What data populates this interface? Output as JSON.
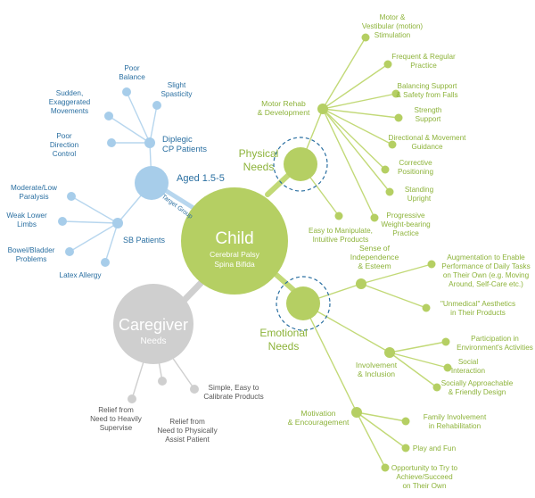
{
  "colors": {
    "green": "#b5cf63",
    "green_line": "#c2d977",
    "green_text": "#8db33a",
    "blue": "#a7cdea",
    "blue_line": "#b7d6ee",
    "blue_text": "#2a6fa1",
    "gray": "#cfcfcf",
    "gray_text": "#555555"
  },
  "child": {
    "title": "Child",
    "line1": "Cerebral Palsy",
    "line2": "Spina Bifida"
  },
  "target_group": {
    "label": "Target Group",
    "hub": "Aged 1.5-5"
  },
  "diplegic": {
    "line1": "Diplegic",
    "line2": "CP Patients",
    "items": [
      {
        "lines": [
          "Poor",
          "Balance"
        ]
      },
      {
        "lines": [
          "Slight",
          "Spasticity"
        ]
      },
      {
        "lines": [
          "Sudden,",
          "Exaggerated",
          "Movements"
        ]
      },
      {
        "lines": [
          "Poor",
          "Direction",
          "Control"
        ]
      }
    ]
  },
  "sb": {
    "label": "SB Patients",
    "items": [
      {
        "lines": [
          "Moderate/Low",
          "Paralysis"
        ]
      },
      {
        "lines": [
          "Weak Lower",
          "Limbs"
        ]
      },
      {
        "lines": [
          "Bowel/Bladder",
          "Problems"
        ]
      },
      {
        "lines": [
          "Latex Allergy"
        ]
      }
    ]
  },
  "physical": {
    "line1": "Physical",
    "line2": "Needs",
    "motor_rehab": [
      "Motor Rehab",
      "& Development"
    ],
    "motor_items": [
      {
        "lines": [
          "Motor &",
          "Vestibular (motion)",
          "Stimulation"
        ]
      },
      {
        "lines": [
          "Frequent & Regular",
          "Practice"
        ]
      },
      {
        "lines": [
          "Balancing Support",
          "& Safety from Falls"
        ]
      },
      {
        "lines": [
          "Strength",
          "Support"
        ]
      },
      {
        "lines": [
          "Directional & Movement",
          "Guidance"
        ]
      },
      {
        "lines": [
          "Corrective",
          "Positioning"
        ]
      },
      {
        "lines": [
          "Standing",
          "Upright"
        ]
      },
      {
        "lines": [
          "Progressive",
          "Weight-bearing",
          "Practice"
        ]
      }
    ],
    "easy": [
      "Easy to Manipulate,",
      "Intuitive Products"
    ]
  },
  "emotional": {
    "line1": "Emotional",
    "line2": "Needs",
    "independence": [
      "Sense of",
      "Independence",
      "& Esteem"
    ],
    "independence_items": [
      {
        "lines": [
          "Augmentation to Enable",
          "Performance of Daily Tasks",
          "on Their Own (e.g. Moving",
          "Around, Self-Care etc.)"
        ]
      },
      {
        "lines": [
          "\"Unmedical\" Aesthetics",
          "in Their Products"
        ]
      }
    ],
    "involvement": [
      "Involvement",
      "& Inclusion"
    ],
    "involvement_items": [
      {
        "lines": [
          "Participation in",
          "Environment's Activities"
        ]
      },
      {
        "lines": [
          "Social",
          "Interaction"
        ]
      },
      {
        "lines": [
          "Socially Approachable",
          "& Friendly Design"
        ]
      }
    ],
    "motivation": [
      "Motivation",
      "& Encouragement"
    ],
    "motivation_items": [
      {
        "lines": [
          "Family Involvement",
          "in Rehabilitation"
        ]
      },
      {
        "lines": [
          "Play and Fun"
        ]
      },
      {
        "lines": [
          "Opportunity to Try to",
          "Achieve/Succeed",
          "on Their Own"
        ]
      }
    ]
  },
  "caregiver": {
    "line1": "Caregiver",
    "line2": "Needs",
    "items": [
      {
        "lines": [
          "Relief from",
          "Need to Heavily",
          "Supervise"
        ]
      },
      {
        "lines": [
          "Relief from",
          "Need to Physically",
          "Assist Patient"
        ]
      },
      {
        "lines": [
          "Simple, Easy to",
          "Calibrate Products"
        ]
      }
    ]
  }
}
